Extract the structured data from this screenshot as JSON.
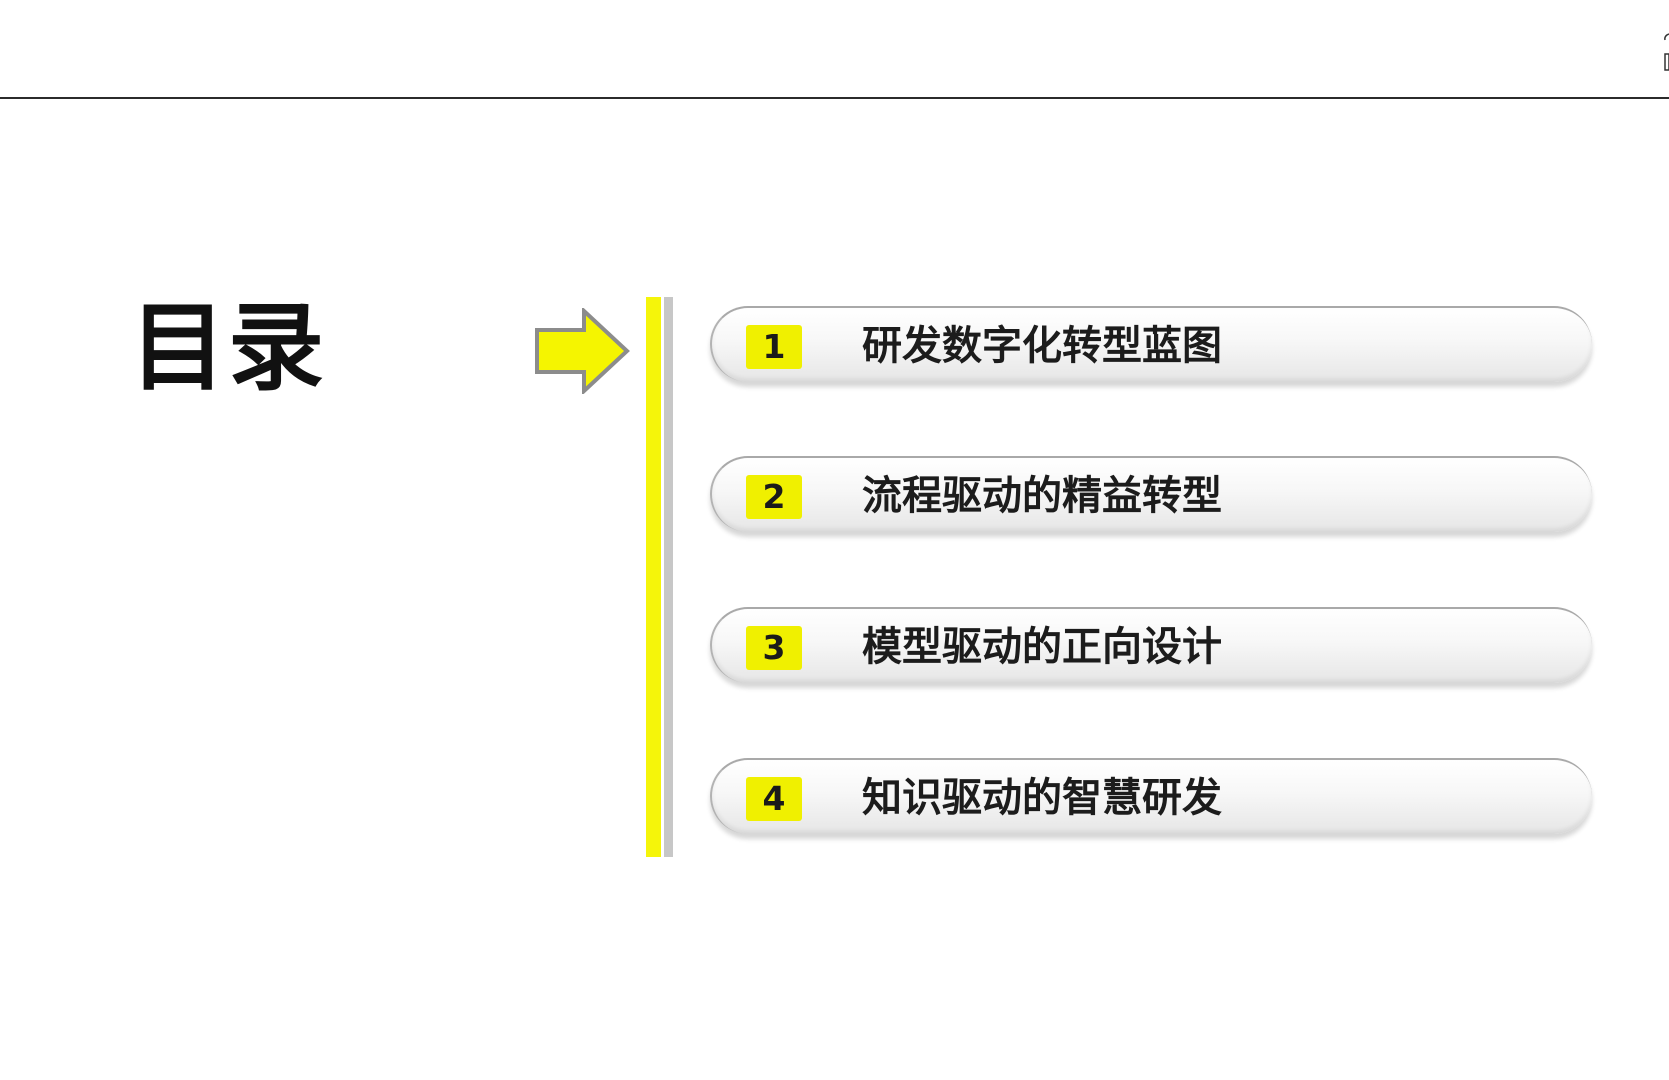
{
  "slide": {
    "title": "目录",
    "colors": {
      "accent_yellow": "#f5f50a",
      "badge_yellow": "#f0f000",
      "divider_gray": "#c7c7c7",
      "text": "#1c1c1c"
    },
    "toc": [
      {
        "number": "1",
        "label": "研发数字化转型蓝图"
      },
      {
        "number": "2",
        "label": "流程驱动的精益转型"
      },
      {
        "number": "3",
        "label": "模型驱动的正向设计"
      },
      {
        "number": "4",
        "label": "知识驱动的智慧研发"
      }
    ]
  }
}
